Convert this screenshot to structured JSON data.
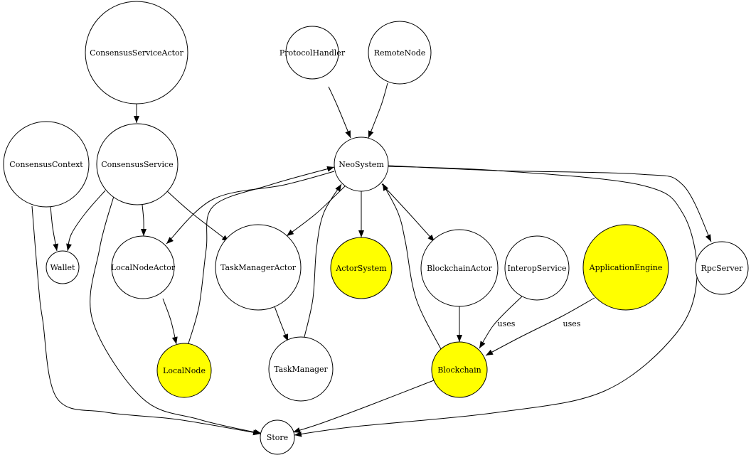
{
  "diagram": {
    "nodes": [
      {
        "id": "ConsensusServiceActor",
        "label": "ConsensusServiceActor",
        "highlighted": false
      },
      {
        "id": "ProtocolHandler",
        "label": "ProtocolHandler",
        "highlighted": false
      },
      {
        "id": "RemoteNode",
        "label": "RemoteNode",
        "highlighted": false
      },
      {
        "id": "ConsensusContext",
        "label": "ConsensusContext",
        "highlighted": false
      },
      {
        "id": "ConsensusService",
        "label": "ConsensusService",
        "highlighted": false
      },
      {
        "id": "NeoSystem",
        "label": "NeoSystem",
        "highlighted": false
      },
      {
        "id": "Wallet",
        "label": "Wallet",
        "highlighted": false
      },
      {
        "id": "LocalNodeActor",
        "label": "LocalNodeActor",
        "highlighted": false
      },
      {
        "id": "TaskManagerActor",
        "label": "TaskManagerActor",
        "highlighted": false
      },
      {
        "id": "ActorSystem",
        "label": "ActorSystem",
        "highlighted": true
      },
      {
        "id": "BlockchainActor",
        "label": "BlockchainActor",
        "highlighted": false
      },
      {
        "id": "InteropService",
        "label": "InteropService",
        "highlighted": false
      },
      {
        "id": "ApplicationEngine",
        "label": "ApplicationEngine",
        "highlighted": true
      },
      {
        "id": "RpcServer",
        "label": "RpcServer",
        "highlighted": false
      },
      {
        "id": "LocalNode",
        "label": "LocalNode",
        "highlighted": true
      },
      {
        "id": "TaskManager",
        "label": "TaskManager",
        "highlighted": false
      },
      {
        "id": "Blockchain",
        "label": "Blockchain",
        "highlighted": true
      },
      {
        "id": "Store",
        "label": "Store",
        "highlighted": false
      }
    ],
    "edges": [
      {
        "from": "ConsensusServiceActor",
        "to": "ConsensusService",
        "label": ""
      },
      {
        "from": "ProtocolHandler",
        "to": "NeoSystem",
        "label": ""
      },
      {
        "from": "RemoteNode",
        "to": "NeoSystem",
        "label": ""
      },
      {
        "from": "ConsensusContext",
        "to": "Wallet",
        "label": ""
      },
      {
        "from": "ConsensusContext",
        "to": "Store",
        "label": ""
      },
      {
        "from": "ConsensusService",
        "to": "Wallet",
        "label": ""
      },
      {
        "from": "ConsensusService",
        "to": "LocalNodeActor",
        "label": ""
      },
      {
        "from": "ConsensusService",
        "to": "TaskManagerActor",
        "label": ""
      },
      {
        "from": "ConsensusService",
        "to": "Store",
        "label": ""
      },
      {
        "from": "NeoSystem",
        "to": "LocalNodeActor",
        "label": ""
      },
      {
        "from": "NeoSystem",
        "to": "TaskManagerActor",
        "label": ""
      },
      {
        "from": "NeoSystem",
        "to": "ActorSystem",
        "label": ""
      },
      {
        "from": "NeoSystem",
        "to": "BlockchainActor",
        "label": ""
      },
      {
        "from": "NeoSystem",
        "to": "RpcServer",
        "label": ""
      },
      {
        "from": "NeoSystem",
        "to": "Store",
        "label": ""
      },
      {
        "from": "LocalNodeActor",
        "to": "LocalNode",
        "label": ""
      },
      {
        "from": "LocalNode",
        "to": "NeoSystem",
        "label": ""
      },
      {
        "from": "TaskManagerActor",
        "to": "TaskManager",
        "label": ""
      },
      {
        "from": "TaskManager",
        "to": "NeoSystem",
        "label": ""
      },
      {
        "from": "BlockchainActor",
        "to": "Blockchain",
        "label": ""
      },
      {
        "from": "Blockchain",
        "to": "NeoSystem",
        "label": ""
      },
      {
        "from": "Blockchain",
        "to": "Store",
        "label": ""
      },
      {
        "from": "InteropService",
        "to": "Blockchain",
        "label": "uses"
      },
      {
        "from": "ApplicationEngine",
        "to": "Blockchain",
        "label": "uses"
      }
    ],
    "colors": {
      "highlight_fill": "#ffff00",
      "normal_fill": "#ffffff",
      "stroke": "#000000"
    }
  }
}
